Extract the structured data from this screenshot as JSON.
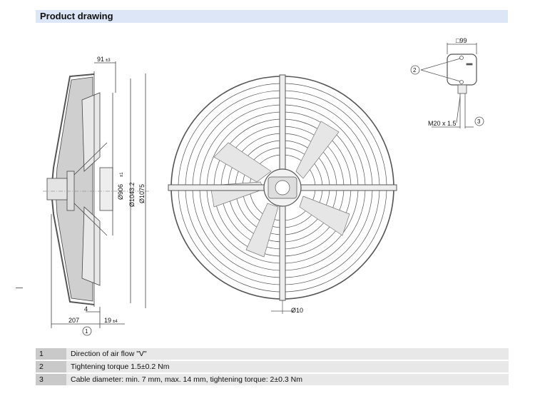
{
  "header": {
    "title": "Product drawing"
  },
  "side_view": {
    "dim_top": "91",
    "dim_top_tol": "±3",
    "dia_1": "Ø906",
    "dia_1_tol": "±1",
    "dia_2": "Ø1043.2",
    "dia_3": "Ø1075",
    "dim_4": "4",
    "dim_207": "207",
    "dim_19": "19",
    "dim_19_tol": "±4",
    "callout": "1"
  },
  "front_view": {
    "dia_hole": "Ø10"
  },
  "terminal_box": {
    "size": "□99",
    "thread": "M20 x 1.5",
    "callout_2": "2",
    "callout_3": "3"
  },
  "legend": [
    {
      "num": "1",
      "text": "Direction of air flow \"V\""
    },
    {
      "num": "2",
      "text": "Tightening torque 1.5±0.2 Nm"
    },
    {
      "num": "3",
      "text": "Cable diameter: min. 7 mm, max. 14 mm, tightening torque: 2±0.3 Nm"
    }
  ]
}
